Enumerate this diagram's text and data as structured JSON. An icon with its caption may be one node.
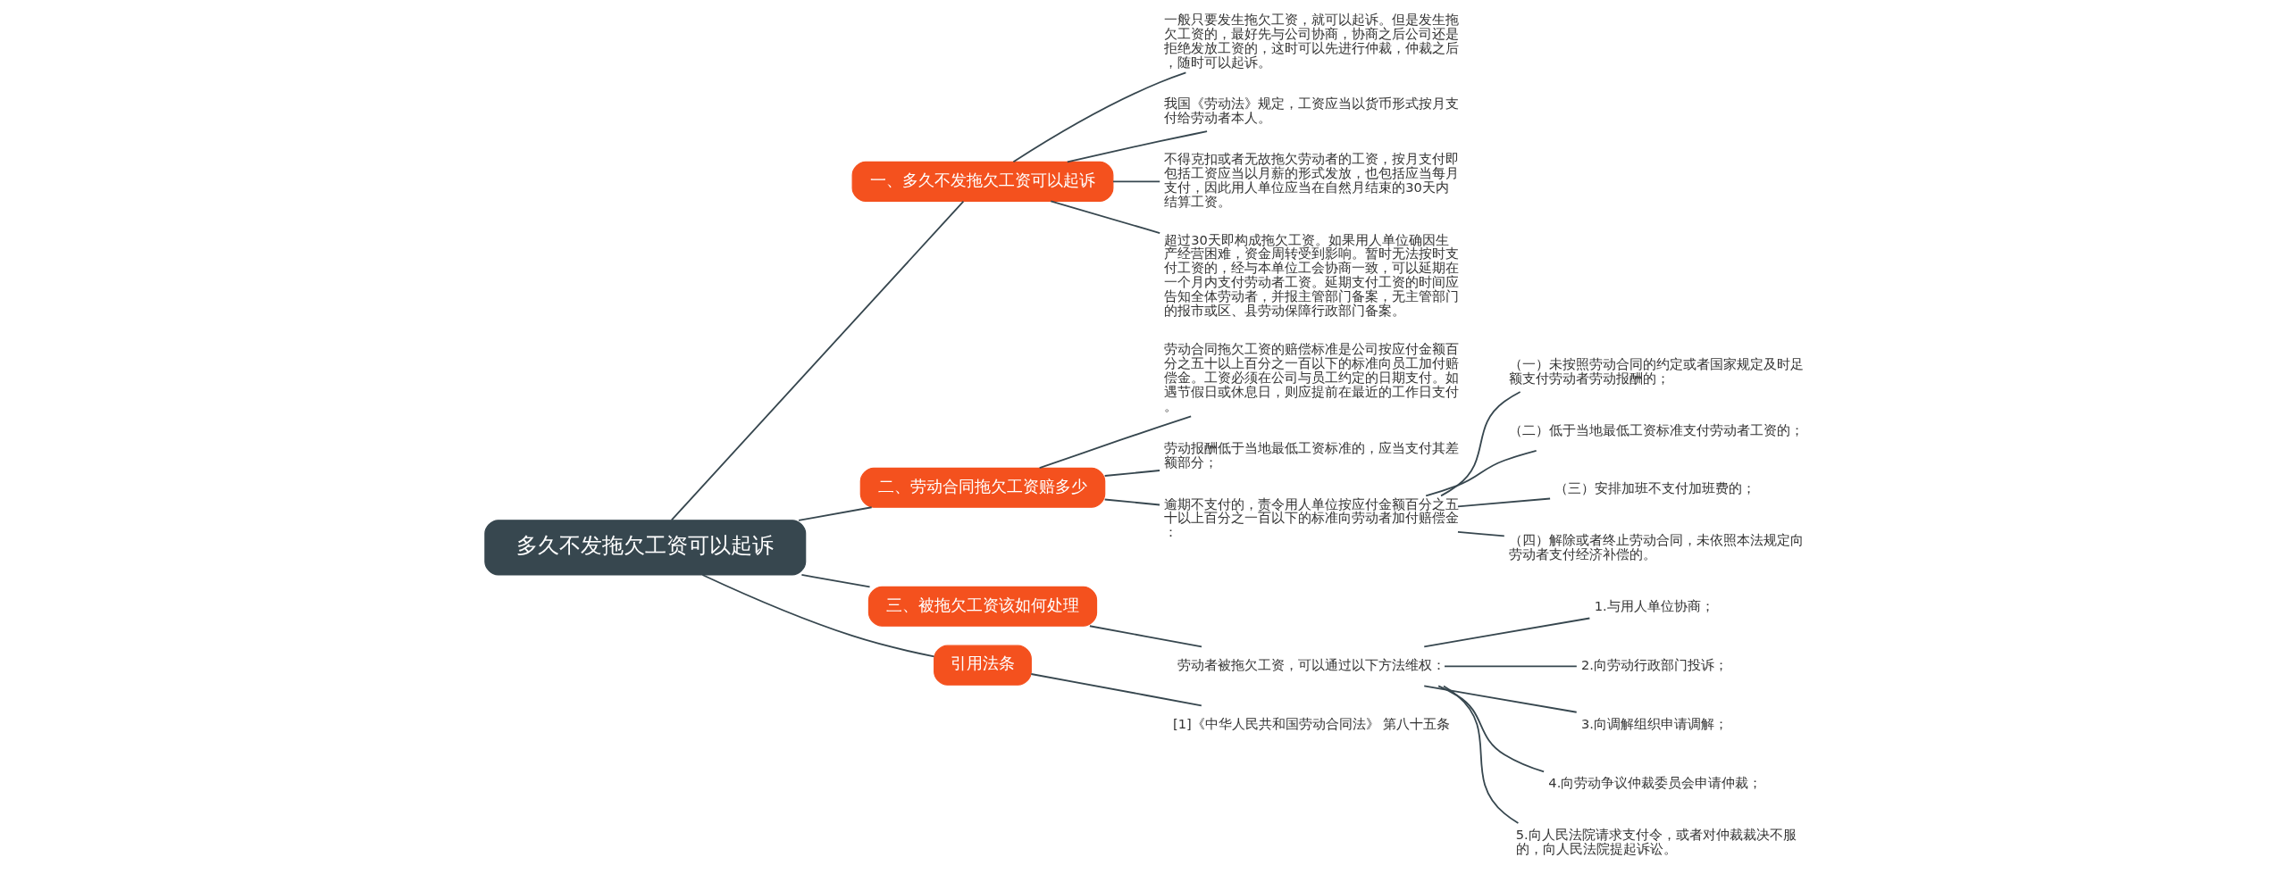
{
  "diagram": {
    "nodes": [
      {
        "text": [
          "多久不发拖欠工资可以起诉"
        ]
      },
      {
        "text": [
          "一、多久不发拖欠工资可以起诉"
        ]
      },
      {
        "text": [
          "一般只要发生拖欠工资，就可以起诉。但是发生拖欠工资的，最好先与公司协商，协商之后公司还是拒绝发放工资的，这时可以先进行仲裁，仲裁之后，随时可以起诉。"
        ]
      },
      {
        "text": [
          "我国《劳动法》规定，工资应当以货币形式按月支付给劳动者本人。"
        ]
      },
      {
        "text": [
          "不得克扣或者无故拖欠劳动者的工资，按月支付即包括工资应当以月薪的形式发放，也包括应当每月支付，因此用人单位应当在自然月结束的30天内结算工资。"
        ]
      },
      {
        "text": [
          "超过30天即构成拖欠工资。如果用人单位确因生产经营困难，资金周转受到影响。暂时无法按时支付工资的，经与本单位工会协商一致，可以延期在一个月内支付劳动者工资。延期支付工资的时间应告知全体劳动者，并报主管部门备案，无主管部门的报市或区、县劳动保障行政部门备案。"
        ]
      },
      {
        "text": [
          "二、劳动合同拖欠工资赔多少"
        ]
      },
      {
        "text": [
          "劳动合同拖欠工资的赔偿标准是公司按应付金额百分之五十以上百分之一百以下的标准向员工加付赔偿金。工资必须在公司与员工约定的日期支付。如遇节假日或休息日，则应提前在最近的工作日支付。"
        ]
      },
      {
        "text": [
          "劳动报酬低于当地最低工资标准的，应当支付其差额部分；"
        ]
      },
      {
        "text": [
          "逾期不支付的，责令用人单位按应付金额百分之五十以上百分之一百以下的标准向劳动者加付赔偿金："
        ]
      },
      {
        "text": [
          "（一）未按照劳动合同的约定或者国家规定及时足额支付劳动者劳动报酬的；"
        ]
      },
      {
        "text": [
          "（二）低于当地最低工资标准支付劳动者工资的；"
        ]
      },
      {
        "text": [
          "（三）安排加班不支付加班费的；"
        ]
      },
      {
        "text": [
          "（四）解除或者终止劳动合同，未依照本法规定向劳动者支付经济补偿的。"
        ]
      },
      {
        "text": [
          "三、被拖欠工资该如何处理"
        ]
      },
      {
        "text": [
          "劳动者被拖欠工资，可以通过以下方法维权："
        ]
      },
      {
        "text": [
          "1.与用人单位协商；"
        ]
      },
      {
        "text": [
          "2.向劳动行政部门投诉；"
        ]
      },
      {
        "text": [
          "3.向调解组织申请调解；"
        ]
      },
      {
        "text": [
          "4.向劳动争议仲裁委员会申请仲裁；"
        ]
      },
      {
        "text": [
          "5.向人民法院请求支付令，或者对仲裁裁决不服的，向人民法院提起诉讼。"
        ]
      },
      {
        "text": [
          "引用法条"
        ]
      },
      {
        "text": [
          "[1]《中华人民共和国劳动合同法》 第八十五条"
        ]
      }
    ],
    "edges": [
      {
        "from": 0,
        "to": 1,
        "arrow": "none"
      },
      {
        "from": 1,
        "to": 2,
        "arrow": "none"
      },
      {
        "from": 1,
        "to": 3,
        "arrow": "none"
      },
      {
        "from": 1,
        "to": 4,
        "arrow": "none"
      },
      {
        "from": 1,
        "to": 5,
        "arrow": "none"
      },
      {
        "from": 0,
        "to": 6,
        "arrow": "none"
      },
      {
        "from": 6,
        "to": 7,
        "arrow": "none"
      },
      {
        "from": 6,
        "to": 8,
        "arrow": "none"
      },
      {
        "from": 6,
        "to": 9,
        "arrow": "none"
      },
      {
        "from": 9,
        "to": 10,
        "arrow": "none"
      },
      {
        "from": 9,
        "to": 11,
        "arrow": "none"
      },
      {
        "from": 9,
        "to": 12,
        "arrow": "none"
      },
      {
        "from": 9,
        "to": 13,
        "arrow": "none"
      },
      {
        "from": 0,
        "to": 14,
        "arrow": "none"
      },
      {
        "from": 14,
        "to": 15,
        "arrow": "none"
      },
      {
        "from": 15,
        "to": 16,
        "arrow": "none"
      },
      {
        "from": 15,
        "to": 17,
        "arrow": "none"
      },
      {
        "from": 15,
        "to": 18,
        "arrow": "none"
      },
      {
        "from": 15,
        "to": 19,
        "arrow": "none"
      },
      {
        "from": 15,
        "to": 20,
        "arrow": "none"
      },
      {
        "from": 0,
        "to": 21,
        "arrow": "none"
      },
      {
        "from": 21,
        "to": 22,
        "arrow": "none"
      }
    ]
  }
}
